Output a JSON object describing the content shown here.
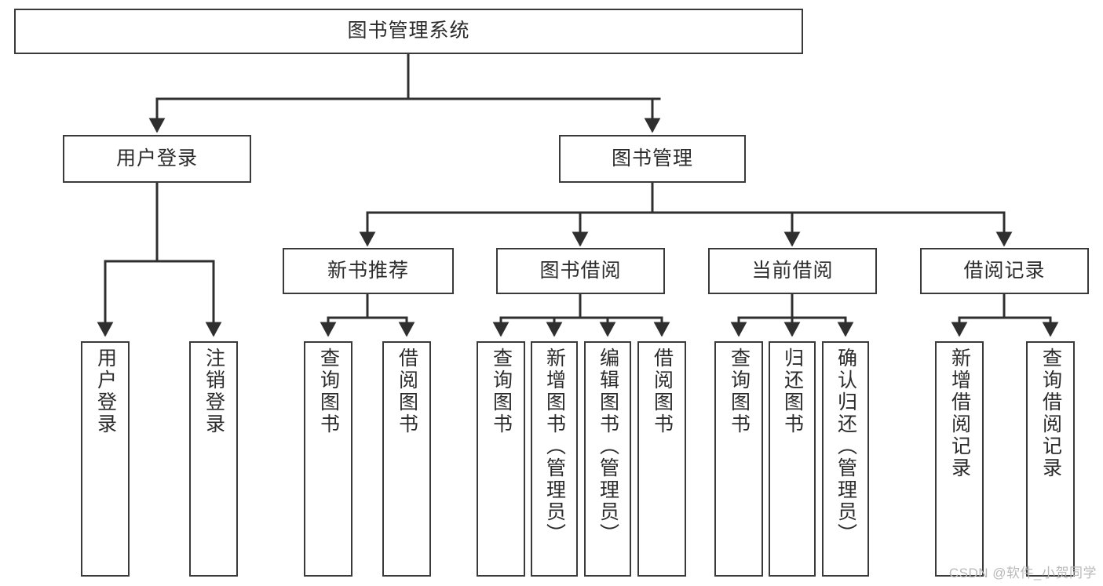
{
  "diagram": {
    "type": "tree",
    "title": "图书管理系统",
    "orientation": "top-down",
    "colors": {
      "background": "#ffffff",
      "box_border": "#3a3a3a",
      "box_fill": "#ffffff",
      "edge": "#2f2f2f",
      "text": "#2b2b2b",
      "watermark": "#b9b9b9"
    }
  },
  "root": {
    "label": "图书管理系统"
  },
  "level1": [
    {
      "id": "user-login",
      "label": "用户登录"
    },
    {
      "id": "book-management",
      "label": "图书管理"
    }
  ],
  "level2": [
    {
      "id": "new-book-recommend",
      "label": "新书推荐",
      "parent": "book-management"
    },
    {
      "id": "book-borrow",
      "label": "图书借阅",
      "parent": "book-management"
    },
    {
      "id": "current-borrow",
      "label": "当前借阅",
      "parent": "book-management"
    },
    {
      "id": "borrow-record",
      "label": "借阅记录",
      "parent": "book-management"
    }
  ],
  "leaves": {
    "user_login": [
      {
        "id": "leaf-user-login",
        "label": "用户登录"
      },
      {
        "id": "leaf-logout-login",
        "label": "注销登录"
      }
    ],
    "new_book_recommend": [
      {
        "id": "leaf-query-book-1",
        "label": "查询图书"
      },
      {
        "id": "leaf-borrow-book-1",
        "label": "借阅图书"
      }
    ],
    "book_borrow": [
      {
        "id": "leaf-query-book-2",
        "label": "查询图书"
      },
      {
        "id": "leaf-add-book",
        "label": "新增图书（管理员）"
      },
      {
        "id": "leaf-edit-book",
        "label": "编辑图书（管理员）"
      },
      {
        "id": "leaf-borrow-book-2",
        "label": "借阅图书"
      }
    ],
    "current_borrow": [
      {
        "id": "leaf-query-book-3",
        "label": "查询图书"
      },
      {
        "id": "leaf-return-book",
        "label": "归还图书"
      },
      {
        "id": "leaf-confirm-return",
        "label": "确认归还（管理员）"
      }
    ],
    "borrow_record": [
      {
        "id": "leaf-add-borrow-record",
        "label": "新增借阅记录"
      },
      {
        "id": "leaf-query-borrow-record",
        "label": "查询借阅记录"
      }
    ]
  },
  "watermark": {
    "text": "CSDN @软件_小贺同学"
  }
}
